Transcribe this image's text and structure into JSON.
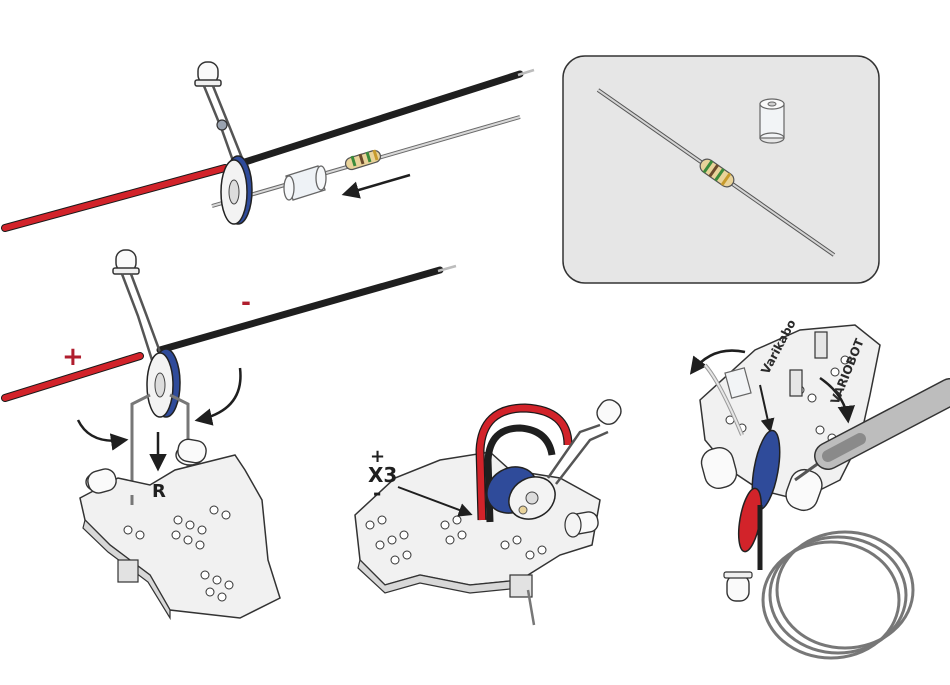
{
  "labels": {
    "minus_top": "-",
    "plus_left": "+",
    "resistor_mark": "R",
    "x3_plus": "+",
    "x3_text": "X3",
    "x3_minus": "-"
  },
  "board_text": {
    "brand_1": "Varikabo",
    "brand_2": "VARIOBOT"
  },
  "colors": {
    "red_wire": "#d2232a",
    "black_wire": "#1f1f1f",
    "capacitor_blue": "#2f4b9a",
    "board": "#f1f1f1",
    "inset_bg": "#e6e6e6",
    "arrow_dark": "#1f1f1f",
    "plus_red": "#b01e2e"
  },
  "icons": [
    "led-icon",
    "resistor-icon",
    "capacitor-icon",
    "tube-sleeve-icon",
    "soldering-iron-icon",
    "arrow-icon"
  ]
}
